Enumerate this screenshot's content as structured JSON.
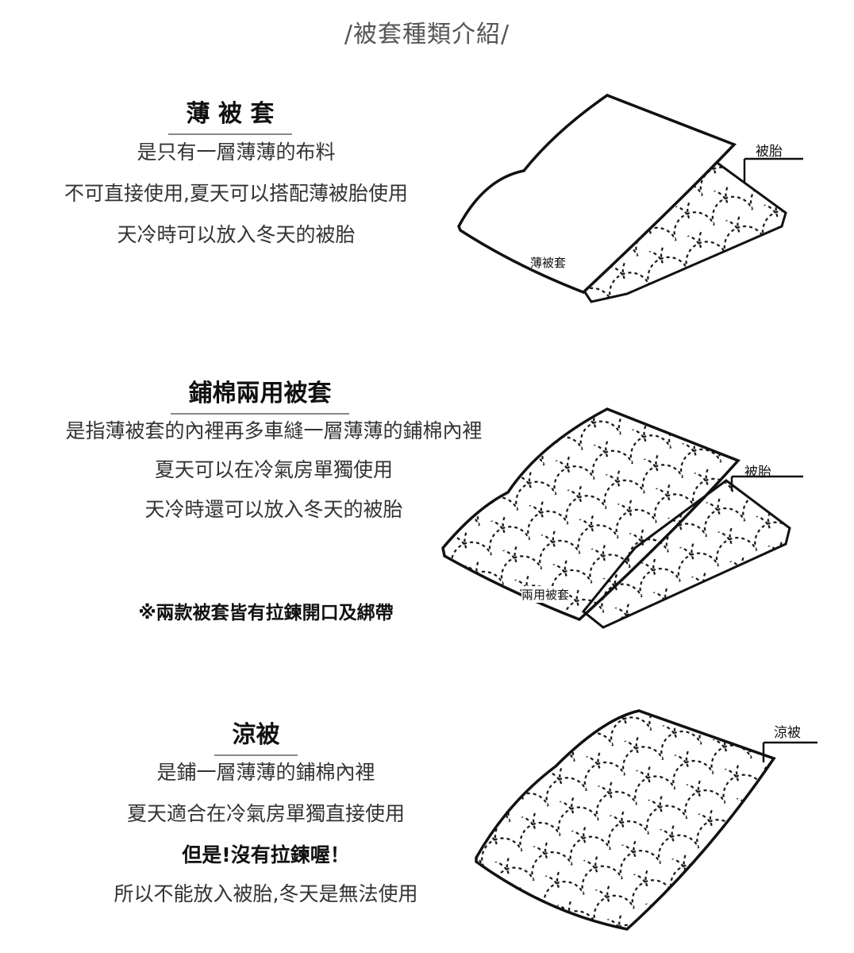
{
  "page_title": "/被套種類介紹/",
  "sections": [
    {
      "heading": "薄 被 套",
      "lines": [
        "是只有一層薄薄的布料",
        "不可直接使用,夏天可以搭配薄被胎使用",
        "天冷時可以放入冬天的被胎"
      ],
      "labels": {
        "inner": "被胎",
        "outer": "薄被套"
      }
    },
    {
      "heading": "鋪棉兩用被套",
      "lines": [
        "是指薄被套的內裡再多車縫一層薄薄的鋪棉內裡",
        "夏天可以在冷氣房單獨使用",
        "天冷時還可以放入冬天的被胎"
      ],
      "note": "※兩款被套皆有拉鍊開口及綁帶",
      "labels": {
        "inner": "被胎",
        "outer": "兩用被套"
      }
    },
    {
      "heading": "涼被",
      "lines": [
        "是鋪一層薄薄的鋪棉內裡",
        "夏天適合在冷氣房單獨直接使用",
        "但是!沒有拉鍊喔！",
        "所以不能放入被胎,冬天是無法使用"
      ],
      "labels": {
        "outer": "涼被"
      }
    }
  ]
}
